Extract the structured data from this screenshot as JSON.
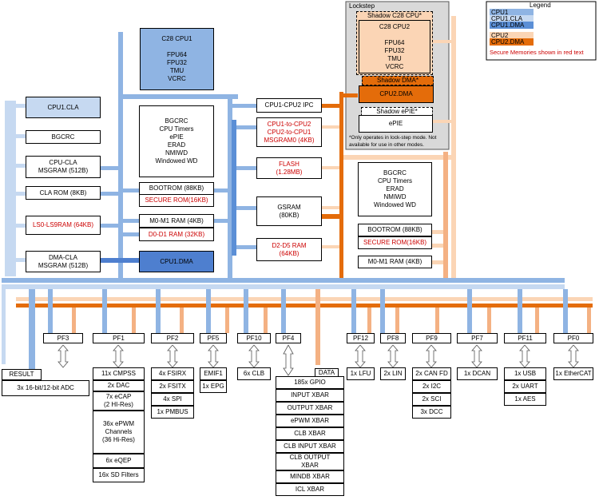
{
  "lockstep": {
    "title": "Lockstep",
    "shadow_cpu": "Shadow C28 CPU*",
    "shadow_dma": "Shadow DMA*",
    "shadow_epie": "Shadow ePIE*",
    "note": "*Only operates in lock-step mode. Not available for use in other modes."
  },
  "legend": {
    "title": "Legend",
    "cpu1": "CPU1",
    "cpu1_cla": "CPU1.CLA",
    "cpu1_dma": "CPU1.DMA",
    "cpu2": "CPU2",
    "cpu2_dma": "CPU2.DMA",
    "secure": "Secure Memories shown in red text"
  },
  "cpu1": {
    "core": "C28 CPU1\n\nFPU64\nFPU32\nTMU\nVCRC",
    "periph": "BGCRC\nCPU Timers\nePIE\nERAD\nNMIWD\nWindowed WD",
    "bootrom": "BOOTROM (88KB)",
    "secure_rom": "SECURE ROM(16KB)",
    "m0m1": "M0-M1 RAM (4KB)",
    "d0d1": "D0-D1 RAM (32KB)",
    "dma": "CPU1.DMA"
  },
  "cla": {
    "cla": "CPU1.CLA",
    "bgcrc": "BGCRC",
    "msgram": "CPU-CLA\nMSGRAM (512B)",
    "rom": "CLA ROM (8KB)",
    "ls": "LS0-LS9RAM (64KB)",
    "dma_msgram": "DMA-CLA\nMSGRAM (512B)"
  },
  "shared": {
    "ipc": "CPU1-CPU2 IPC",
    "msgram": "CPU1-to-CPU2\nCPU2-to-CPU1\nMSGRAM0 (4KB)",
    "flash": "FLASH\n(1.28MB)",
    "gsram": "GSRAM\n(80KB)",
    "d2d5": "D2-D5 RAM\n(64KB)"
  },
  "cpu2": {
    "core": "C28 CPU2\n\nFPU64\nFPU32\nTMU\nVCRC",
    "dma": "CPU2.DMA",
    "epie": "ePIE",
    "periph": "BGCRC\nCPU Timers\nERAD\nNMIWD\nWindowed WD",
    "bootrom": "BOOTROM (88KB)",
    "secure_rom": "SECURE ROM(16KB)",
    "m0m1": "M0-M1 RAM (4KB)"
  },
  "pf": {
    "pf3": "PF3",
    "pf1": "PF1",
    "pf2": "PF2",
    "pf5": "PF5",
    "pf10": "PF10",
    "pf4": "PF4",
    "pf12": "PF12",
    "pf8": "PF8",
    "pf9": "PF9",
    "pf7": "PF7",
    "pf11": "PF11",
    "pf0": "PF0"
  },
  "periph": {
    "result": "RESULT",
    "adc": "3x 16-bit/12-bit ADC",
    "pf1_list": [
      "11x CMPSS",
      "2x DAC",
      "7x eCAP\n(2 HI-Res)",
      "36x ePWM\nChannels\n(36 Hi-Res)",
      "6x eQEP",
      "16x SD Filters"
    ],
    "pf2_list": [
      "4x FSIRX",
      "2x FSITX",
      "4x SPI",
      "1x PMBUS"
    ],
    "pf5_list": [
      "EMIF1",
      "1x EPG"
    ],
    "pf10_list": [
      "6x CLB"
    ],
    "data": "DATA",
    "pf4_list": [
      "185x GPIO",
      "INPUT XBAR",
      "OUTPUT XBAR",
      "ePWM XBAR",
      "CLB XBAR",
      "CLB INPUT XBAR",
      "CLB OUTPUT\nXBAR",
      "MINDB XBAR",
      "ICL XBAR"
    ],
    "pf12_list": [
      "1x LFU"
    ],
    "pf8_list": [
      "2x LIN"
    ],
    "pf9_list": [
      "2x CAN FD",
      "2x I2C",
      "2x SCI",
      "3x DCC"
    ],
    "pf7_list": [
      "1x DCAN"
    ],
    "pf11_list": [
      "1x USB",
      "2x UART",
      "1x AES"
    ],
    "pf0_list": [
      "1x EtherCAT"
    ]
  },
  "colors": {
    "cpu1_blue": "#5b8fd6",
    "cpu1_fill": "#8fb4e3",
    "cla_blue": "#c6d9f1",
    "dma_blue": "#4e7fcf",
    "cpu2_orange": "#f4b183",
    "cpu2_light": "#fbd5b5",
    "dma_orange": "#e46c0a",
    "secure_red": "#cc0000"
  }
}
